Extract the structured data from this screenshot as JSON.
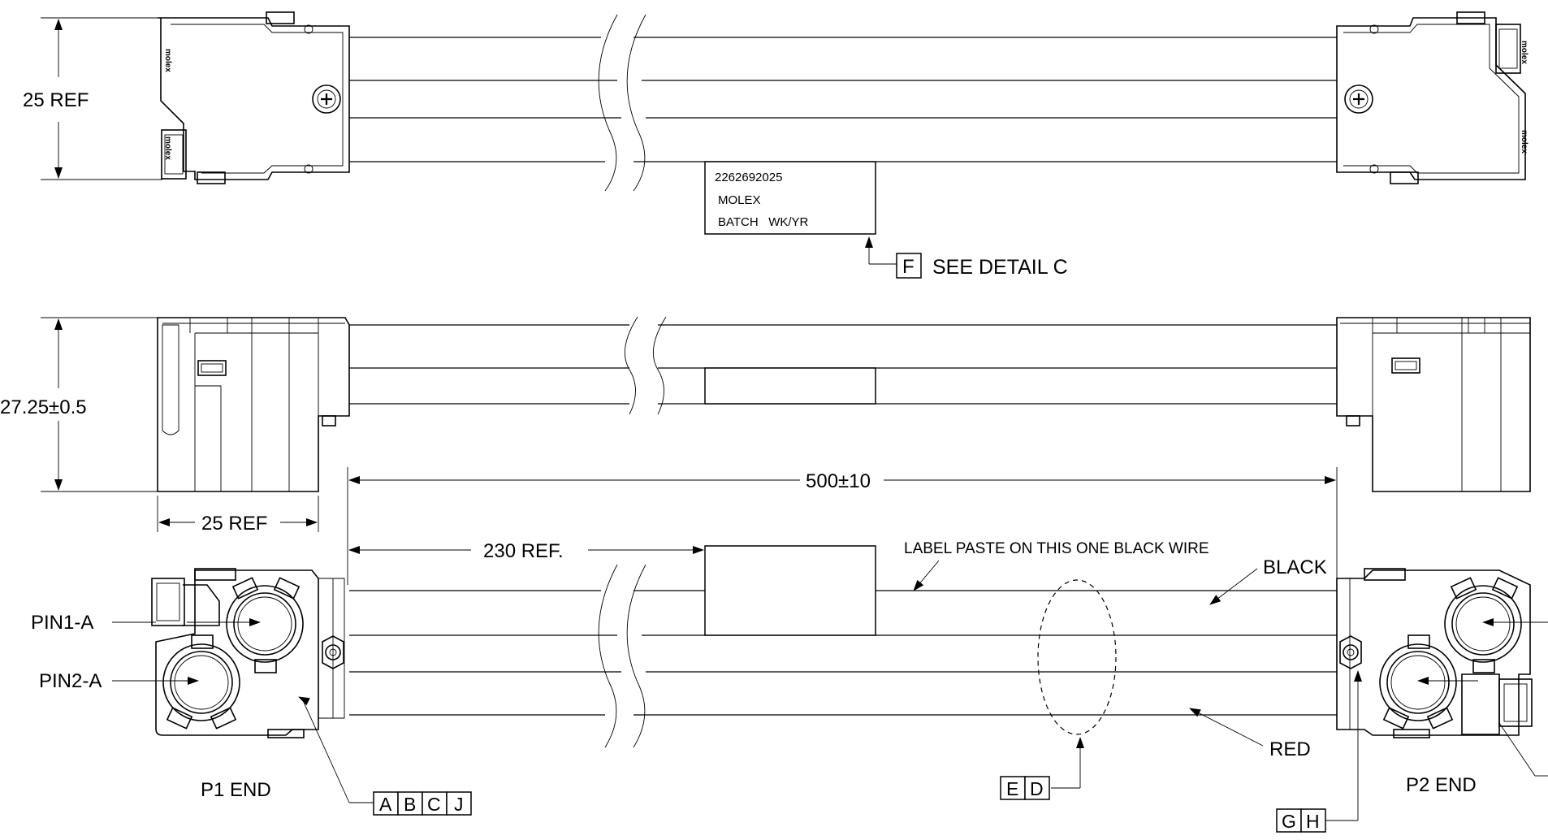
{
  "dimensions": {
    "top_height": "25 REF",
    "front_height": "27.25±0.5",
    "front_width": "25 REF",
    "overall_length": "500±10",
    "label_offset": "230 REF."
  },
  "label_block": {
    "part_number": "2262692025",
    "brand": "MOLEX",
    "batch": "BATCH   WK/YR"
  },
  "brand_mark": "molex",
  "callouts": {
    "detail_flag": "F",
    "detail_text": "SEE DETAIL C",
    "label_note": "LABEL PASTE ON THIS ONE BLACK WIRE",
    "black_wire": "BLACK",
    "red_wire": "RED",
    "pin1": "PIN1-A",
    "pin2": "PIN2-A",
    "p1_end": "P1 END",
    "p2_end": "P2 END"
  },
  "flags": {
    "abcj": [
      "A",
      "B",
      "C",
      "J"
    ],
    "ed": [
      "E",
      "D"
    ],
    "gh": [
      "G",
      "H"
    ]
  }
}
